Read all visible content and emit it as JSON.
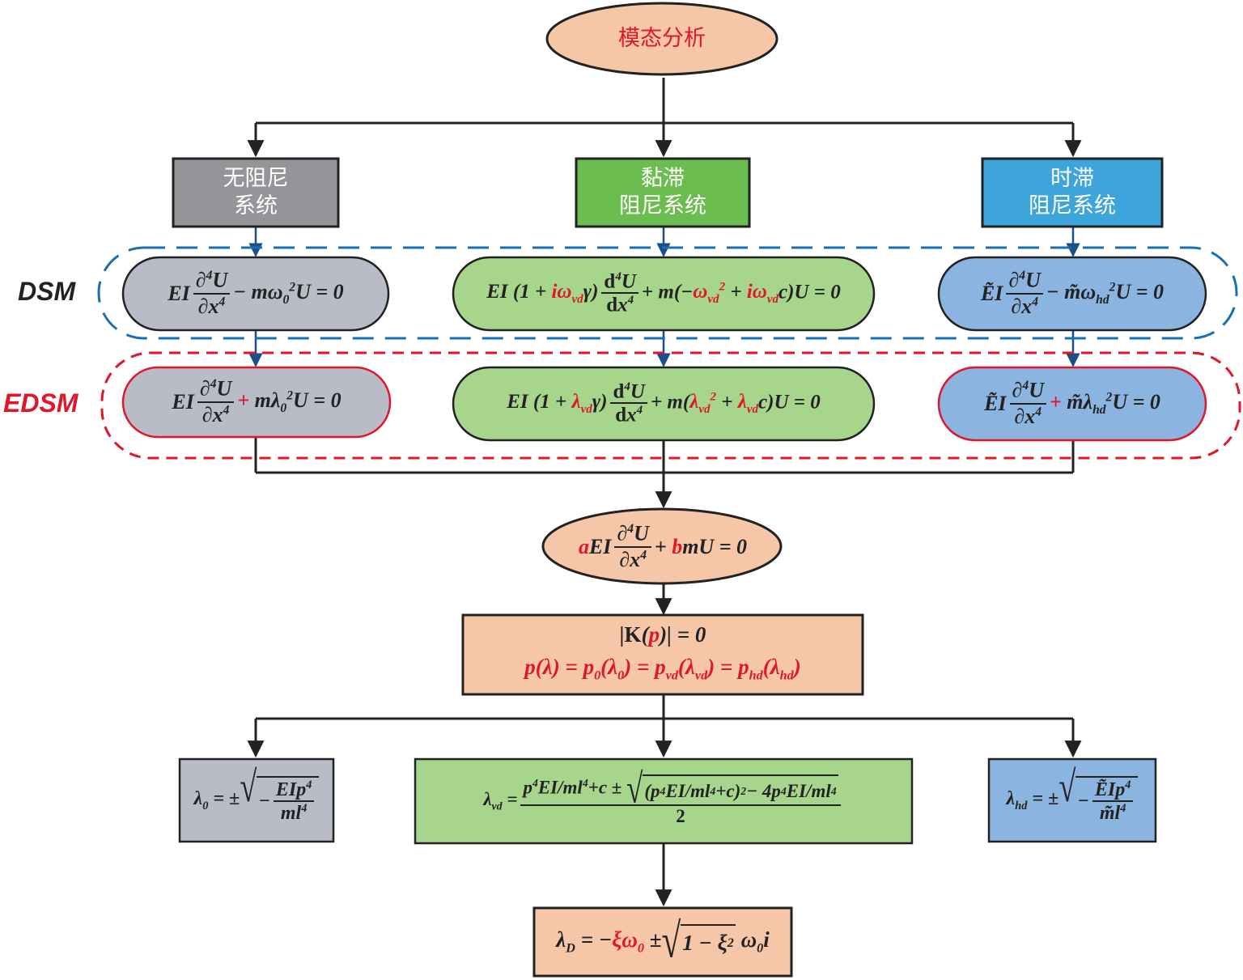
{
  "top": {
    "label": "模态分析"
  },
  "systems": [
    {
      "line1": "无阻尼",
      "line2": "系统",
      "color": "#939598"
    },
    {
      "line1": "黏滞",
      "line2": "阻尼系统",
      "color": "#6cbd4f"
    },
    {
      "line1": "时滞",
      "line2": "阻尼系统",
      "color": "#3ea4dc"
    }
  ],
  "groups": {
    "dsm": {
      "label": "DSM",
      "color": "#1a6fb0"
    },
    "edsm": {
      "label": "EDSM",
      "color": "#e0162b"
    }
  },
  "equations": {
    "dsm_undamped": "EI ∂⁴U/∂x⁴ − mω₀²U = 0",
    "dsm_viscous": "EI(1 + iω_vd γ) d⁴U/dx⁴ + m(−ω_vd² + iω_vd c)U = 0",
    "dsm_delay": "ẼI ∂⁴U/∂x⁴ − m̃ω_hd²U = 0",
    "edsm_undamped": "EI ∂⁴U/∂x⁴ + mλ₀²U = 0",
    "edsm_viscous": "EI(1 + λ_vd γ) d⁴U/dx⁴ + m(λ_vd² + λ_vd c)U = 0",
    "edsm_delay": "ẼI ∂⁴U/∂x⁴ + m̃λ_hd²U = 0",
    "unified": "aEI ∂⁴U/∂x⁴ + bmU = 0",
    "char_line1": "|K(p)| = 0",
    "char_line2": "p(λ) = p₀(λ₀) = p_vd(λ_vd) = p_hd(λ_hd)",
    "sol_undamped": "λ₀ = ±√(−EIp⁴/ml⁴)",
    "sol_viscous": "λ_vd = [p⁴EI/ml⁴ + c ± √((p⁴EI/ml⁴ + c)² − 4p⁴EI/ml⁴)]/2",
    "sol_delay": "λ_hd = ±√(−ẼIp⁴/m̃l⁴)",
    "final": "λ_D = −ξω₀ ± √(1 − ξ²) ω₀i"
  },
  "colors": {
    "salmon": "#f6c6a9",
    "gray": "#b9bcc6",
    "green": "#a7d58b",
    "blue": "#8cb4e0",
    "red_highlight": "#e0162b",
    "title_text": "#e0162b"
  }
}
